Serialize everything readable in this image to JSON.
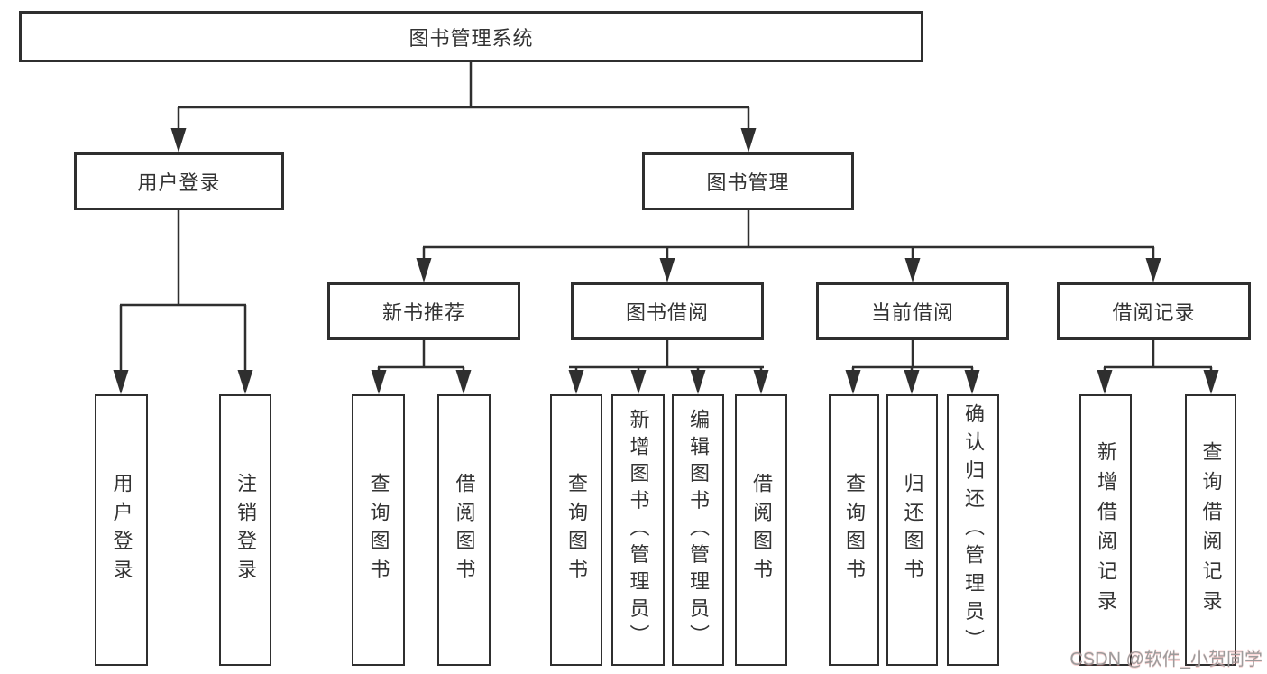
{
  "tree": {
    "root": {
      "label": "图书管理系统",
      "children": [
        {
          "label": "用户登录",
          "children": [
            {
              "label": "用户登录"
            },
            {
              "label": "注销登录"
            }
          ]
        },
        {
          "label": "图书管理",
          "children": [
            {
              "label": "新书推荐",
              "children": [
                {
                  "label": "查询图书"
                },
                {
                  "label": "借阅图书"
                }
              ]
            },
            {
              "label": "图书借阅",
              "children": [
                {
                  "label": "查询图书"
                },
                {
                  "label": "新增图书（管理员）"
                },
                {
                  "label": "编辑图书（管理员）"
                },
                {
                  "label": "借阅图书"
                }
              ]
            },
            {
              "label": "当前借阅",
              "children": [
                {
                  "label": "查询图书"
                },
                {
                  "label": "归还图书"
                },
                {
                  "label": "确认归还（管理员）"
                }
              ]
            },
            {
              "label": "借阅记录",
              "children": [
                {
                  "label": "新增借阅记录"
                },
                {
                  "label": "查询借阅记录"
                }
              ]
            }
          ]
        }
      ]
    }
  },
  "watermark": {
    "text": "CSDN @软件_小贺同学"
  },
  "colors": {
    "line": "#2f2f2f",
    "box_border": "#2f2f2f",
    "box_fill": "#ffffff",
    "text": "#333333",
    "watermark_text": "#9c9c9c",
    "background": "#ffffff"
  }
}
